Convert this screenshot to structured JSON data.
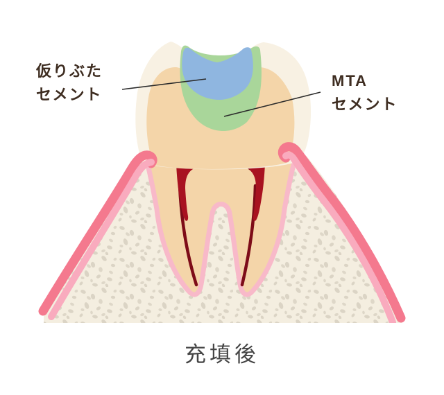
{
  "labels": {
    "temporary_cement": {
      "line1": "仮りぶた",
      "line2": "セメント"
    },
    "mta_cement": {
      "line1": "MTA",
      "line2": "セメント"
    }
  },
  "caption": "充填後",
  "colors": {
    "temporary_cement_blue": "#8fb6e0",
    "mta_cement_green": "#a9d69a",
    "enamel_cream": "#f8f1e3",
    "dentin_tan": "#f4d5a9",
    "pulp_red": "#a81220",
    "pulp_vein_red": "#7c0a16",
    "pulp_vein_purple": "#6d4796",
    "root_canal_red": "#7d0c18",
    "ligament_pink": "#f8b9c9",
    "gum_dark_pink": "#f4798e",
    "gum_light_pink": "#f9abbe",
    "bone_cream": "#f4eee0",
    "bone_speckle": "#c7bfae",
    "bone_speckle_light": "#d8d1c2",
    "label_text": "#3e2d21",
    "caption_text": "#454545",
    "leader_line": "#2b2b2b"
  }
}
